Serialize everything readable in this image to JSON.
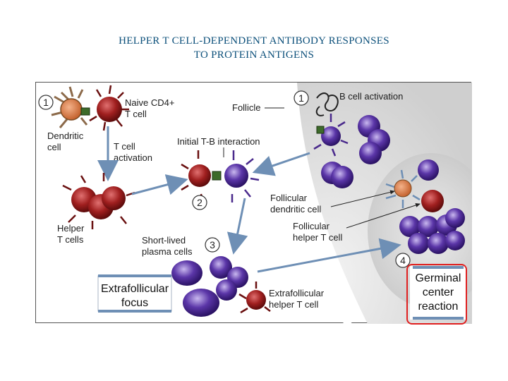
{
  "title": {
    "line1": "HELPER T CELL-DEPENDENT ANTIBODY RESPONSES",
    "line2": "TO PROTEIN ANTIGENS"
  },
  "labels": {
    "naive_line1": "Naive CD4+",
    "naive_line2": "T cell",
    "dendritic_line1": "Dendritic",
    "dendritic_line2": "cell",
    "tcell_act_line1": "T cell",
    "tcell_act_line2": "activation",
    "follicle": "Follicle",
    "bcell_activation": "B cell activation",
    "initial_tb": "Initial T-B interaction",
    "follicular_dc_line1": "Follicular",
    "follicular_dc_line2": "dendritic cell",
    "follicular_th_line1": "Follicular",
    "follicular_th_line2": "helper T cell",
    "helper_line1": "Helper",
    "helper_line2": "T cells",
    "shortlived_line1": "Short-lived",
    "shortlived_line2": "plasma cells",
    "extra_th_line1": "Extrafollicular",
    "extra_th_line2": "helper T cell"
  },
  "boxes": {
    "extrafollicular_line1": "Extrafollicular",
    "extrafollicular_line2": "focus",
    "germinal_line1": "Germinal",
    "germinal_line2": "center",
    "germinal_line3": "reaction"
  },
  "steps": {
    "s1a": "1",
    "s1b": "1",
    "s2": "2",
    "s3": "3",
    "s4": "4"
  },
  "colors": {
    "tcell": "#9b1b1b",
    "bcell": "#4a2a8c",
    "follicle_bg": "#d9d9d9",
    "arrow": "#6e8fb5",
    "highlight_border": "#e02020"
  }
}
